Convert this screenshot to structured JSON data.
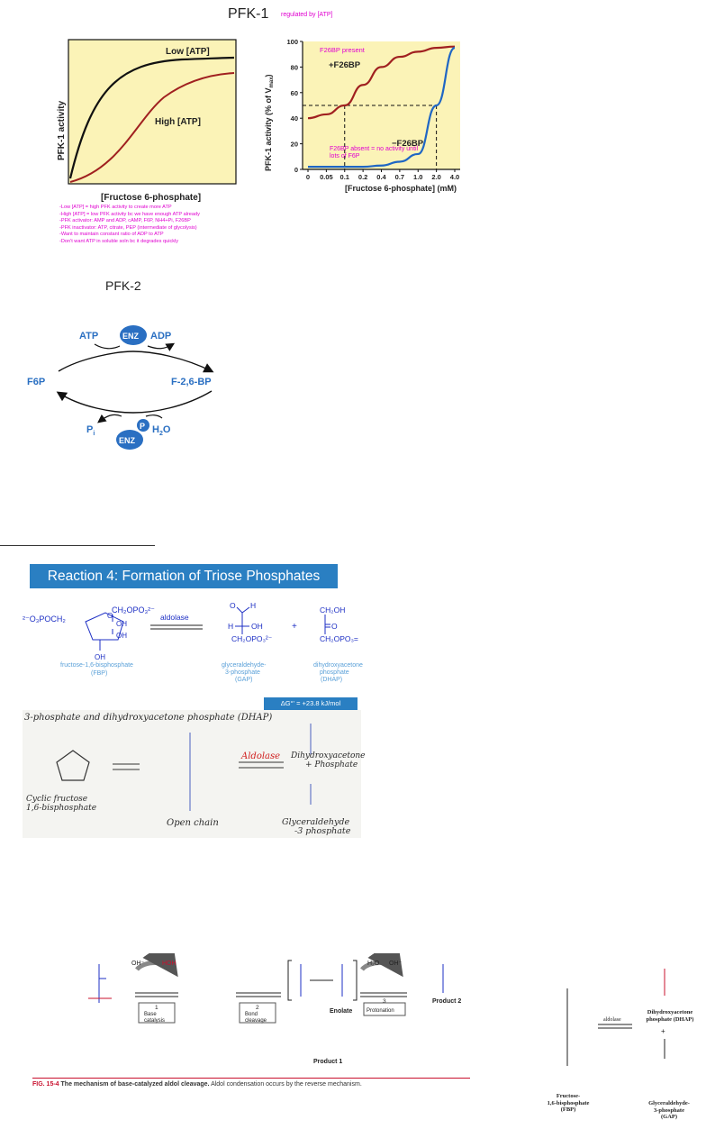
{
  "colors": {
    "magenta": "#e000d0",
    "blue_chem": "#1d2fc4",
    "light_blue": "#5aa0d8",
    "red_curve": "#a02020",
    "blue_curve": "#1f66c4",
    "chart_bg": "#fbf3b7",
    "enz_fill": "#2a6fc2",
    "fig_red": "#c8102e",
    "banner_bg": "#2a7fc2"
  },
  "pfk1": {
    "title": "PFK-1",
    "subtitle": "regulated by [ATP]",
    "notes": [
      "-Low [ATP] = high PFK activity to create more ATP",
      "-High [ATP] = low PFK activity bc we have enough ATP already",
      "-PFK activator: AMP and ADP, cAMP, F6P, NH4+Pi, F26BP",
      "-PFK inactivator: ATP, citrate, PEP (intermediate of glycolysis)",
      "-Want to maintain constant ratio of ADP to ATP",
      "-Don't want ATP in soluble soln bc it degrades quickly"
    ]
  },
  "chart_data": [
    {
      "type": "line",
      "xlabel": "[Fructose 6-phosphate]",
      "ylabel": "PFK-1 activity",
      "series": [
        {
          "name": "Low [ATP]"
        },
        {
          "name": "High [ATP]"
        }
      ]
    },
    {
      "type": "line",
      "xlabel": "[Fructose 6-phosphate] (mM)",
      "ylabel": "PFK-1 activity (% of Vmax)",
      "ylabel_main": "PFK-1 activity (% of V",
      "ylabel_sub": "max",
      "ylabel_end": ")",
      "x_ticks": [
        "0",
        "0.05",
        "0.1",
        "0.2",
        "0.4",
        "0.7",
        "1.0",
        "2.0",
        "4.0"
      ],
      "y_ticks": [
        "0",
        "20",
        "40",
        "60",
        "80",
        "100"
      ],
      "ylim": [
        0,
        100
      ],
      "series": [
        {
          "name": "+F26BP",
          "x": [
            0,
            0.05,
            0.1,
            0.2,
            0.4,
            0.7,
            1.0,
            2.0,
            4.0
          ],
          "y": [
            40,
            43,
            50,
            66,
            80,
            88,
            92,
            95,
            96
          ]
        },
        {
          "name": "−F26BP",
          "x": [
            0,
            0.05,
            0.1,
            0.2,
            0.4,
            0.7,
            1.0,
            2.0,
            4.0
          ],
          "y": [
            2,
            2,
            2,
            2,
            3,
            6,
            12,
            50,
            95
          ]
        }
      ],
      "annotations": [
        "F26BP present",
        "F26BP absent = no activity until lots of F6P"
      ]
    }
  ],
  "pfk2": {
    "title": "PFK-2",
    "atp": "ATP",
    "adp": "ADP",
    "enz": "ENZ",
    "f6p": "F6P",
    "f26bp": "F-2,6-BP",
    "pi": "P",
    "pi_sub": "i",
    "h2o": "H",
    "h2o_sub": "2",
    "h2o_end": "O",
    "p": "P"
  },
  "reaction4": {
    "banner": "Reaction 4: Formation of Triose Phosphates",
    "enzyme": "aldolase",
    "plus": "+",
    "fbp_label": [
      "fructose-1,6-bisphosphate",
      "(FBP)"
    ],
    "gap_label": [
      "glyceraldehyde-",
      "3-phosphate",
      "(GAP)"
    ],
    "dhap_label": [
      "dihydroxyacetone",
      "phosphate",
      "(DHAP)"
    ],
    "fbp_left": "²⁻O₃POCH₂",
    "fbp_right": "CH₂OPO₃²⁻",
    "oh": "OH",
    "h": "H",
    "o": "O",
    "gap_bottom": "CH₂OPO₃²⁻",
    "dhap_top": "CH₂OH",
    "dhap_bottom": "CH₂OPO₃="
  },
  "whiteboard": {
    "delta_g": "ΔG°' = +23.8 kJ/mol",
    "header": "3-phosphate and dihydroxyacetone phosphate (DHAP)",
    "cyclic_label": [
      "Cyclic fructose",
      "1,6-bisphosphate"
    ],
    "open_chain": "Open chain",
    "aldolase": "Aldolase",
    "dhap_hand": [
      "Dihydroxyacetone",
      "+ Phosphate"
    ],
    "gap_hand": [
      "Glyceraldehyde",
      "-3 phosphate"
    ]
  },
  "mechanism": {
    "step1": "1",
    "step1_label": [
      "Base",
      "catalysis"
    ],
    "step2": "2",
    "step2_label": [
      "Bond",
      "cleavage"
    ],
    "step3": "3",
    "step3_label": "Protonation",
    "oh_minus": "OH⁻",
    "hoh": "HOH",
    "h2o": "H₂O",
    "enolate": "Enolate",
    "product1": "Product 1",
    "product2": "Product 2",
    "caption_fig": "FIG. 15-4",
    "caption_text": "The mechanism of base-catalyzed aldol cleavage.",
    "caption_rest": "Aldol condensation occurs by the reverse mechanism."
  },
  "fbp_cleavage": {
    "fbp_name": [
      "Fructose-",
      "1,6-bisphosphate",
      "(FBP)"
    ],
    "aldolase": "aldolase",
    "dhap_name": [
      "Dihydroxyacetone",
      "phosphate (DHAP)"
    ],
    "gap_name": [
      "Glyceraldehyde-",
      "3-phosphate",
      "(GAP)"
    ],
    "plus": "+"
  }
}
